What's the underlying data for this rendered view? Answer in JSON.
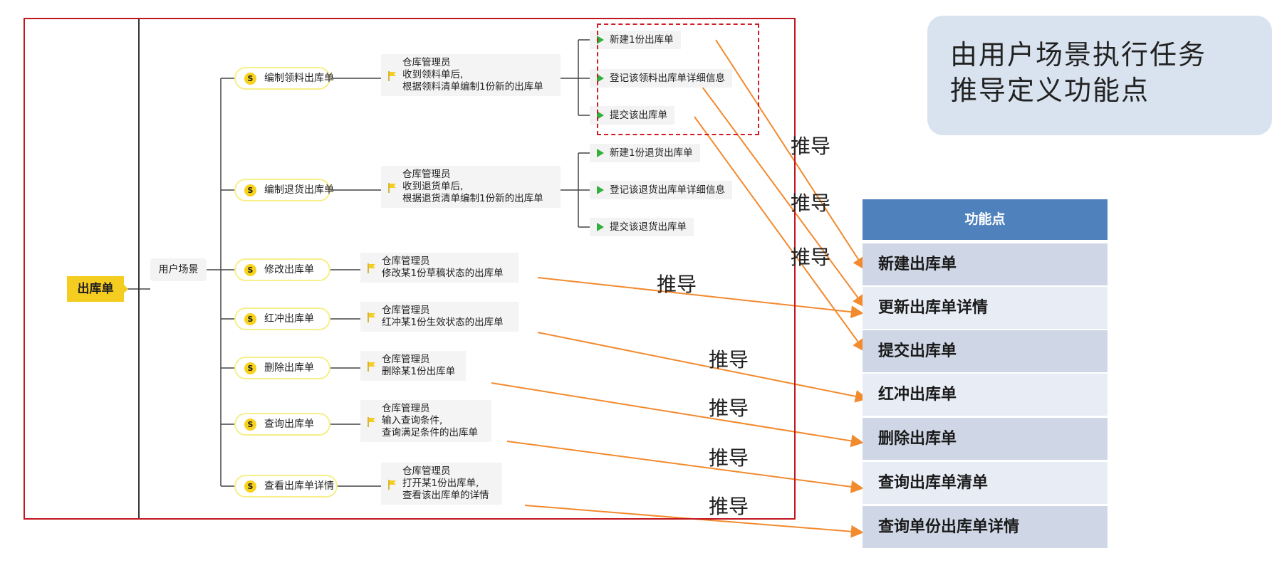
{
  "callout": {
    "line1": "由用户场景执行任务",
    "line2": "推导定义功能点"
  },
  "mindmap": {
    "root": "出库单",
    "scene": "用户场景",
    "badge": "S",
    "scenarios": [
      {
        "label": "编制领料出库单",
        "role": [
          "仓库管理员",
          "收到领料单后,",
          "根据领料清单编制1份新的出库单"
        ],
        "tasks": [
          "新建1份出库单",
          "登记该领料出库单详细信息",
          "提交该出库单"
        ]
      },
      {
        "label": "编制退货出库单",
        "role": [
          "仓库管理员",
          "收到退货单后,",
          "根据退货清单编制1份新的出库单"
        ],
        "tasks": [
          "新建1份退货出库单",
          "登记该退货出库单详细信息",
          "提交该退货出库单"
        ]
      },
      {
        "label": "修改出库单",
        "role": [
          "仓库管理员",
          "修改某1份草稿状态的出库单"
        ]
      },
      {
        "label": "红冲出库单",
        "role": [
          "仓库管理员",
          "红冲某1份生效状态的出库单"
        ]
      },
      {
        "label": "删除出库单",
        "role": [
          "仓库管理员",
          "删除某1份出库单"
        ]
      },
      {
        "label": "查询出库单",
        "role": [
          "仓库管理员",
          "输入查询条件,",
          "查询满足条件的出库单"
        ]
      },
      {
        "label": "查看出库单详情",
        "role": [
          "仓库管理员",
          "打开某1份出库单,",
          "查看该出库单的详情"
        ]
      }
    ]
  },
  "derive_label": "推导",
  "function_points": {
    "header": "功能点",
    "items": [
      "新建出库单",
      "更新出库单详情",
      "提交出库单",
      "红冲出库单",
      "删除出库单",
      "查询出库单清单",
      "查询单份出库单详情"
    ]
  },
  "colors": {
    "frame": "#c0161e",
    "root": "#f5cc20",
    "arrow": "#f28a2e",
    "table_header": "#4f81bd",
    "row_a": "#cfd7e6",
    "row_b": "#e8ecf4",
    "callout": "#d9e3ef",
    "task_marker": "#2fb13a",
    "flag": "#f5cc20"
  }
}
